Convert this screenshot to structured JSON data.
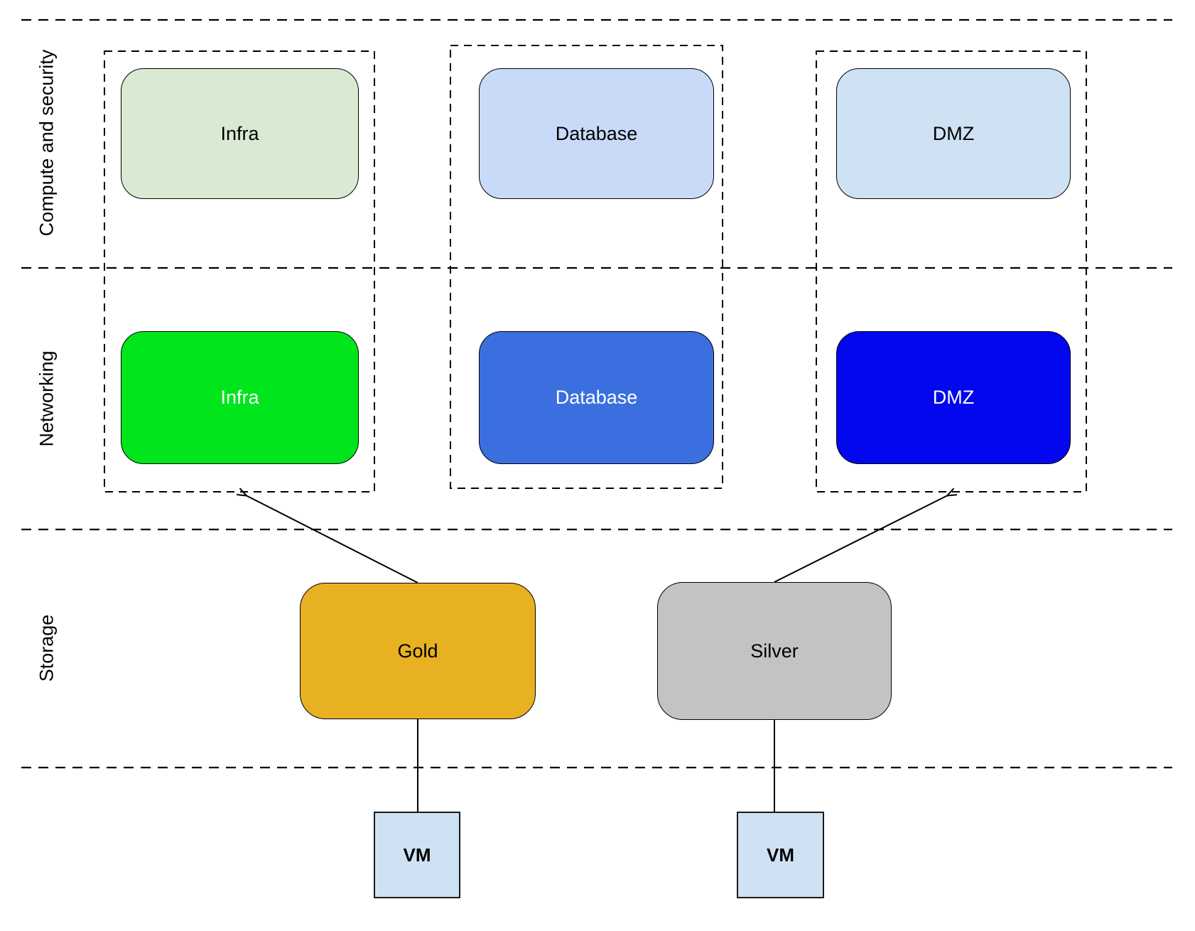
{
  "diagram": {
    "lanes": [
      {
        "id": "compute",
        "label": "Compute and security"
      },
      {
        "id": "networking",
        "label": "Networking"
      },
      {
        "id": "storage",
        "label": "Storage"
      }
    ],
    "nodes": {
      "infra_compute": {
        "label": "Infra",
        "fill": "#d9ead3",
        "text": "#000000"
      },
      "database_compute": {
        "label": "Database",
        "fill": "#c9daf8",
        "text": "#000000"
      },
      "dmz_compute": {
        "label": "DMZ",
        "fill": "#cfe2f3",
        "text": "#000000"
      },
      "infra_network": {
        "label": "Infra",
        "fill": "#00e51c",
        "text": "#ffffff"
      },
      "database_network": {
        "label": "Database",
        "fill": "#3b6fe0",
        "text": "#ffffff"
      },
      "dmz_network": {
        "label": "DMZ",
        "fill": "#0207ee",
        "text": "#ffffff"
      },
      "gold": {
        "label": "Gold",
        "fill": "#e8b122",
        "text": "#000000"
      },
      "silver": {
        "label": "Silver",
        "fill": "#c3c3c3",
        "text": "#000000"
      },
      "vm_left": {
        "label": "VM",
        "fill": "#cfe2f3",
        "text": "#000000"
      },
      "vm_right": {
        "label": "VM",
        "fill": "#cfe2f3",
        "text": "#000000"
      }
    },
    "line_color": "#000000",
    "background": "#ffffff"
  }
}
